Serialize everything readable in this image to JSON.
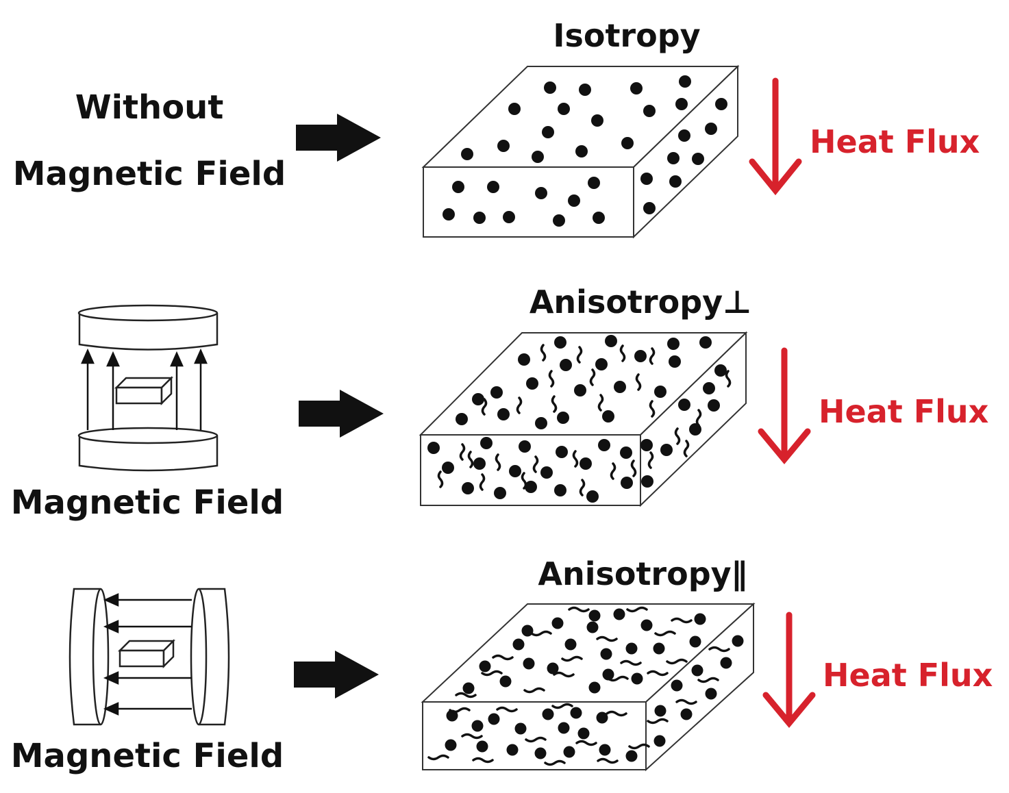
{
  "rows": [
    {
      "left_label_line1": "Without",
      "left_label_line2": "Magnetic Field",
      "state_title": "Isotropy",
      "heat_label": "Heat Flux",
      "filler": "particles"
    },
    {
      "left_label_line2": "Magnetic Field",
      "state_title": "Anisotropy⊥",
      "heat_label": "Heat Flux",
      "filler": "particles-and-vertical-fibers",
      "field_direction": "vertical"
    },
    {
      "left_label_line2": "Magnetic Field",
      "state_title": "Anisotropy∥",
      "heat_label": "Heat Flux",
      "filler": "particles-and-horizontal-fibers",
      "field_direction": "horizontal"
    }
  ],
  "colors": {
    "text": "#111111",
    "heat_flux": "#d7222c",
    "outline": "#333333"
  }
}
